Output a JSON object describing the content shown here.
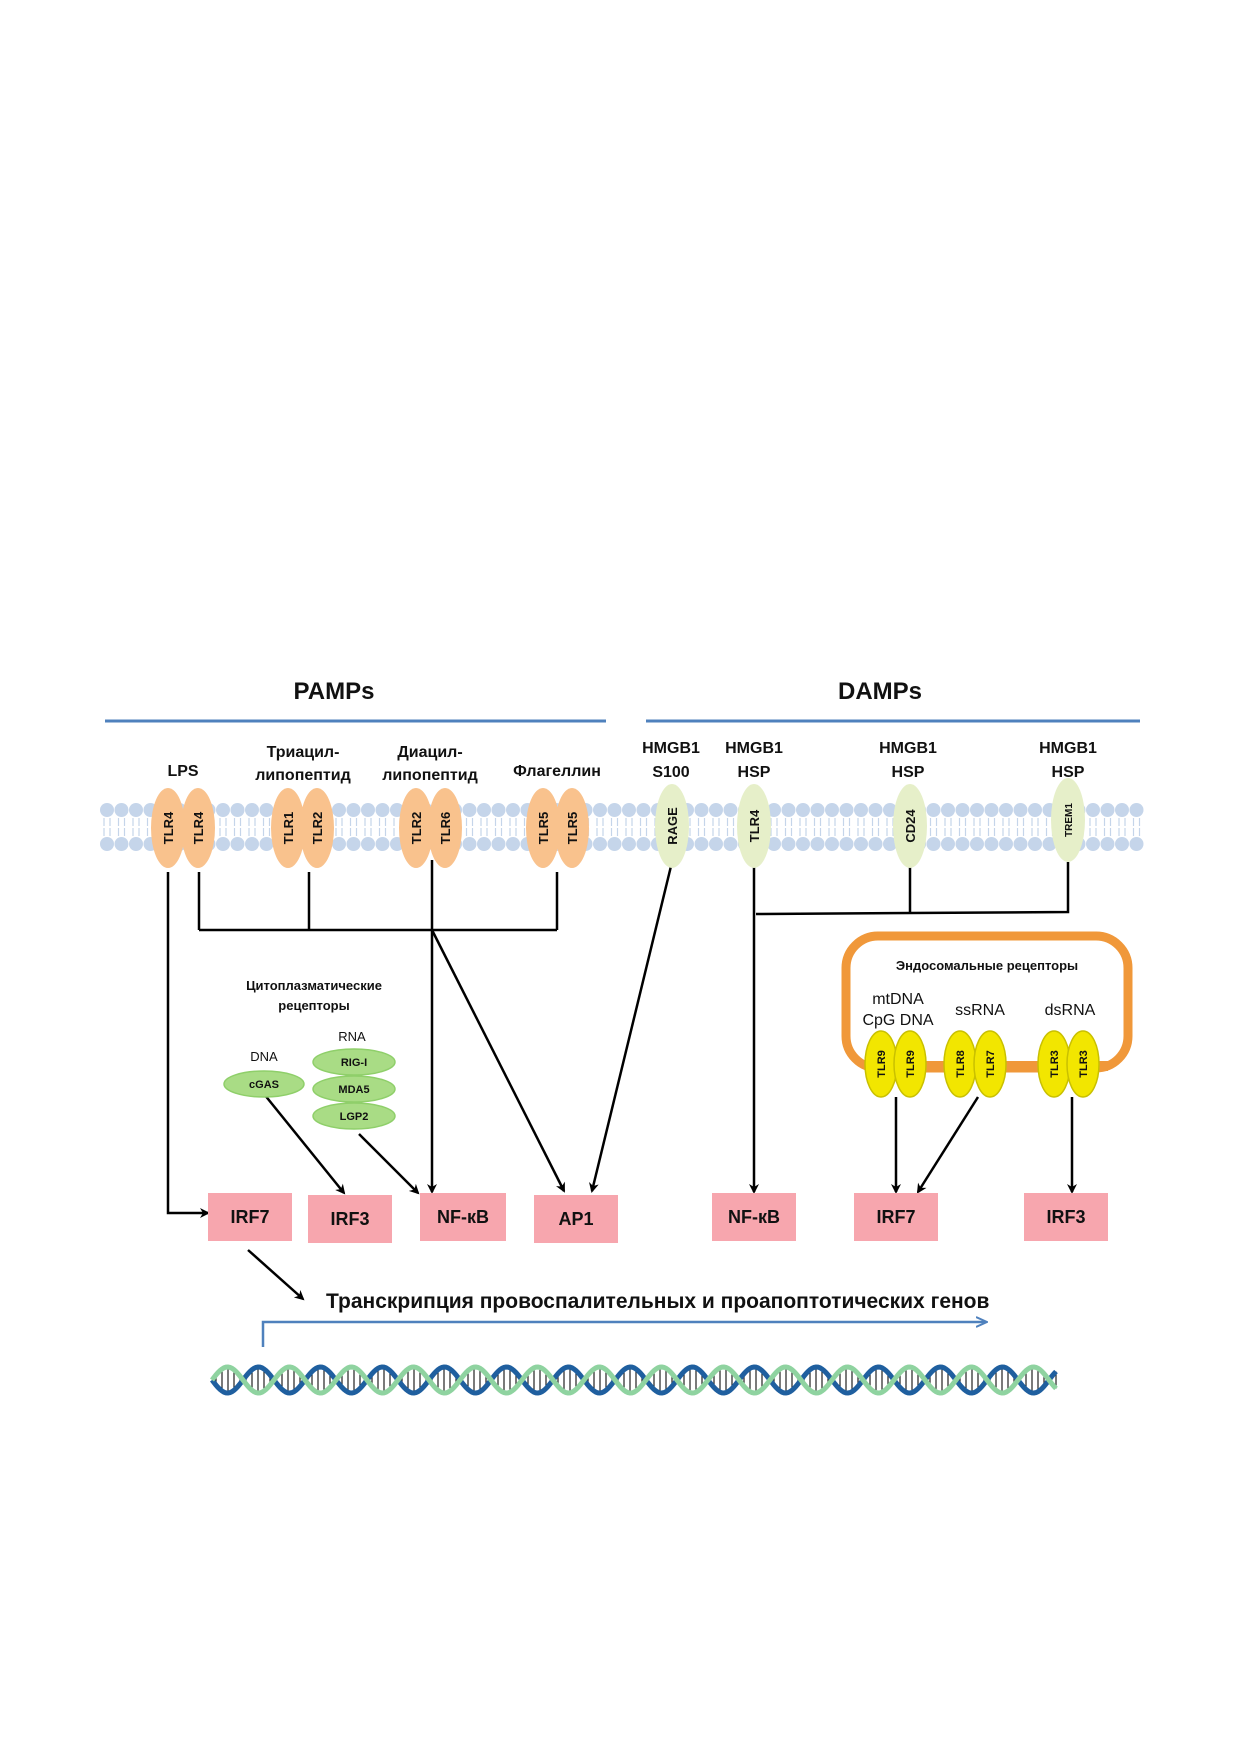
{
  "headings": {
    "pamps": "PAMPs",
    "damps": "DAMPs"
  },
  "ligands": {
    "lps": "LPS",
    "triacyl_1": "Триацил-",
    "triacyl_2": "липопептид",
    "diacyl_1": "Диацил-",
    "diacyl_2": "липопептид",
    "flagellin": "Флагеллин",
    "damp1_1": "HMGB1",
    "damp1_2": "S100",
    "damp2_1": "HMGB1",
    "damp2_2": "HSP",
    "damp3_1": "HMGB1",
    "damp3_2": "HSP",
    "damp4_1": "HMGB1",
    "damp4_2": "HSP"
  },
  "receptors": {
    "tlr4_a": "TLR4",
    "tlr4_b": "TLR4",
    "tlr1": "TLR1",
    "tlr2_a": "TLR2",
    "tlr2_b": "TLR2",
    "tlr6": "TLR6",
    "tlr5_a": "TLR5",
    "tlr5_b": "TLR5",
    "rage": "RAGE",
    "tlr4_damp": "TLR4",
    "cd24": "CD24",
    "trem1": "TREM1"
  },
  "cytoplasmic": {
    "title_1": "Цитоплазматические",
    "title_2": "рецепторы",
    "dna": "DNA",
    "cgas": "cGAS",
    "rna": "RNA",
    "rigi": "RIG-I",
    "mda5": "MDA5",
    "lgp2": "LGP2"
  },
  "endosomal": {
    "title": "Эндосомальные рецепторы",
    "mtdna": "mtDNA",
    "cpg": "CpG DNA",
    "ssrna": "ssRNA",
    "dsrna": "dsRNA",
    "tlr9_a": "TLR9",
    "tlr9_b": "TLR9",
    "tlr8": "TLR8",
    "tlr7": "TLR7",
    "tlr3_a": "TLR3",
    "tlr3_b": "TLR3"
  },
  "transcription_factors": {
    "irf7_left": "IRF7",
    "irf3_left": "IRF3",
    "nfkb_left": "NF-кB",
    "ap1": "AP1",
    "nfkb_right": "NF-кB",
    "irf7_right": "IRF7",
    "irf3_right": "IRF3"
  },
  "transcription_label": "Транскрипция провоспалительных и проапоптотических генов",
  "colors": {
    "line_blue": "#4f81bd",
    "membrane": "#c5d5ea",
    "pamp_receptor": "#f9c28d",
    "damp_receptor": "#e6efc9",
    "cyto_receptor": "#a9dc85",
    "endosome": "#f0983a",
    "endo_receptor": "#f2e600",
    "tf_box": "#f7a6ae"
  }
}
